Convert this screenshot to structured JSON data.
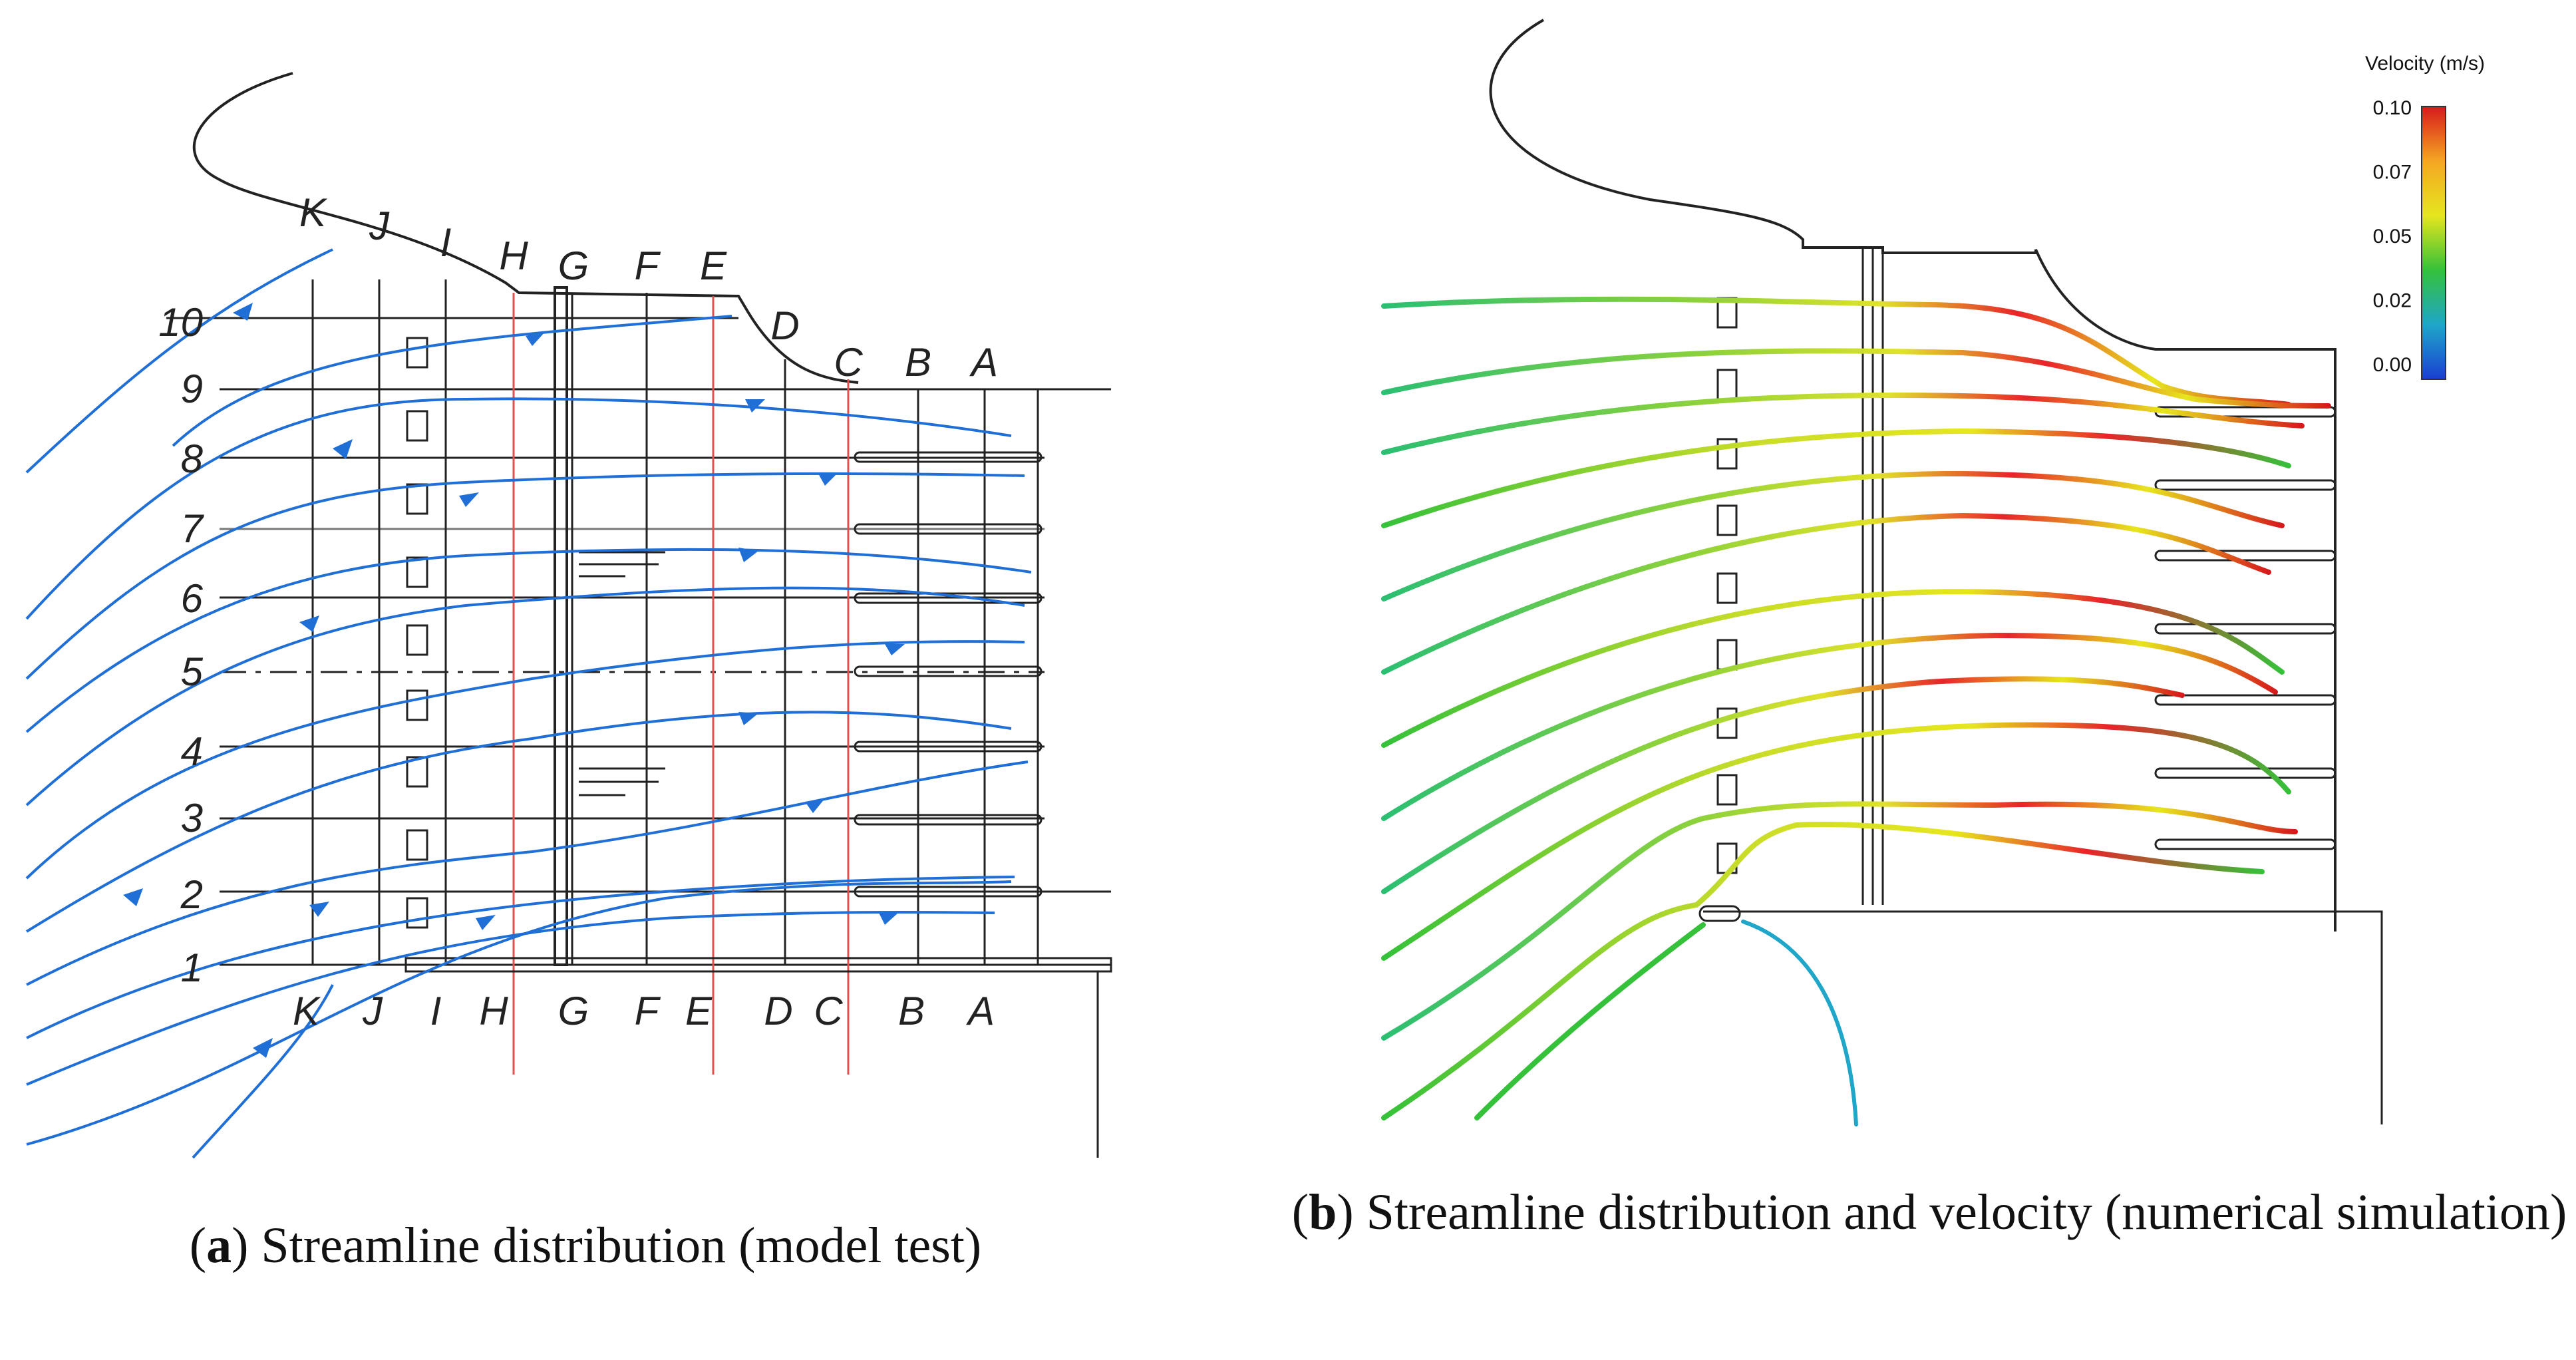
{
  "panel_a": {
    "caption_letter": "a",
    "caption_text": " Streamline distribution (model test)",
    "column_labels_top": [
      "K",
      "J",
      "I",
      "H",
      "G",
      "F",
      "E",
      "D",
      "C",
      "B",
      "A"
    ],
    "column_labels_bottom": [
      "K",
      "J",
      "I",
      "H",
      "G",
      "F",
      "E",
      "D",
      "C",
      "B",
      "A"
    ],
    "row_labels": [
      "1",
      "2",
      "3",
      "4",
      "5",
      "6",
      "7",
      "8",
      "9",
      "10"
    ],
    "streamline_color": "#1f6fd6",
    "section_line_color": "#e0524f"
  },
  "panel_b": {
    "caption_letter": "b",
    "caption_text": " Streamline distribution and velocity (numerical simulation)",
    "colorbar": {
      "title": "Velocity (m/s)",
      "ticks": [
        "0.10",
        "0.07",
        "0.05",
        "0.02",
        "0.00"
      ],
      "colors": [
        "#d7191c",
        "#f5a623",
        "#e6e61e",
        "#35c13a",
        "#1fa6c9",
        "#1a3fd1"
      ]
    }
  }
}
